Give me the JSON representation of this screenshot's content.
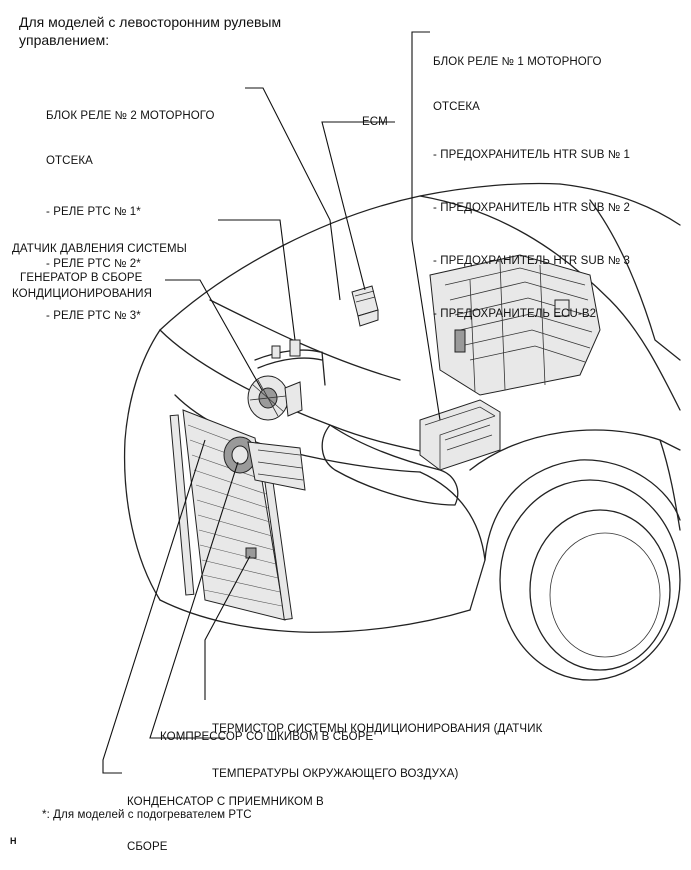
{
  "header": {
    "line1": "Для моделей с левосторонним рулевым",
    "line2": "управлением:"
  },
  "labels": {
    "relay_block_2": {
      "title1": "БЛОК РЕЛЕ № 2 МОТОРНОГО",
      "title2": "ОТСЕКА",
      "items": [
        "- РЕЛЕ PTC № 1*",
        "- РЕЛЕ PTC № 2*",
        "- РЕЛЕ PTC № 3*"
      ]
    },
    "relay_block_1": {
      "title1": "БЛОК РЕЛЕ № 1 МОТОРНОГО",
      "title2": "ОТСЕКА",
      "items": [
        "- ПРЕДОХРАНИТЕЛЬ HTR SUB № 1",
        "- ПРЕДОХРАНИТЕЛЬ HTR SUB № 2",
        "- ПРЕДОХРАНИТЕЛЬ HTR SUB № 3",
        "- ПРЕДОХРАНИТЕЛЬ ECU-B2"
      ]
    },
    "ecm": "ECM",
    "pressure_sensor": {
      "line1": "ДАТЧИК ДАВЛЕНИЯ СИСТЕМЫ",
      "line2": "КОНДИЦИОНИРОВАНИЯ"
    },
    "generator": "ГЕНЕРАТОР В СБОРЕ",
    "thermistor": {
      "line1": "ТЕРМИСТОР СИСТЕМЫ КОНДИЦИОНИРОВАНИЯ (ДАТЧИК",
      "line2": "ТЕМПЕРАТУРЫ ОКРУЖАЮЩЕГО ВОЗДУХА)"
    },
    "compressor": "КОМПРЕССОР СО ШКИВОМ В СБОРЕ",
    "condenser": {
      "line1": "КОНДЕНСАТОР С ПРИЕМНИКОМ В",
      "line2": "СБОРЕ"
    }
  },
  "footnote": "*: Для моделей с подогревателем PTC",
  "figure_code": "H"
}
